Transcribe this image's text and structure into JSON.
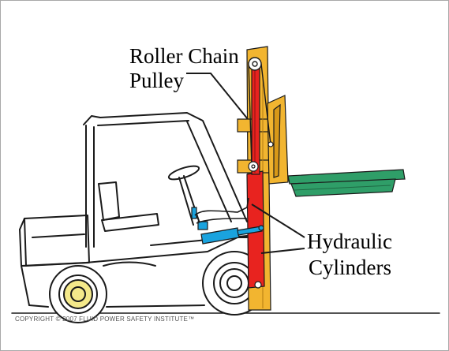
{
  "labels": {
    "roller_chain_line1": "Roller Chain",
    "roller_chain_line2": "Pulley",
    "hydraulic_line1": "Hydraulic",
    "hydraulic_line2": "Cylinders"
  },
  "copyright": "COPYRIGHT © 2007 FLUID POWER SAFETY INSTITUTE™",
  "colors": {
    "mast": "#f2b530",
    "cylinder": "#e8231f",
    "tilt_cylinder": "#1aa3de",
    "forks": "#2f9e68",
    "wheel_hub": "#f4e98a",
    "outline": "#1a1a1a"
  }
}
